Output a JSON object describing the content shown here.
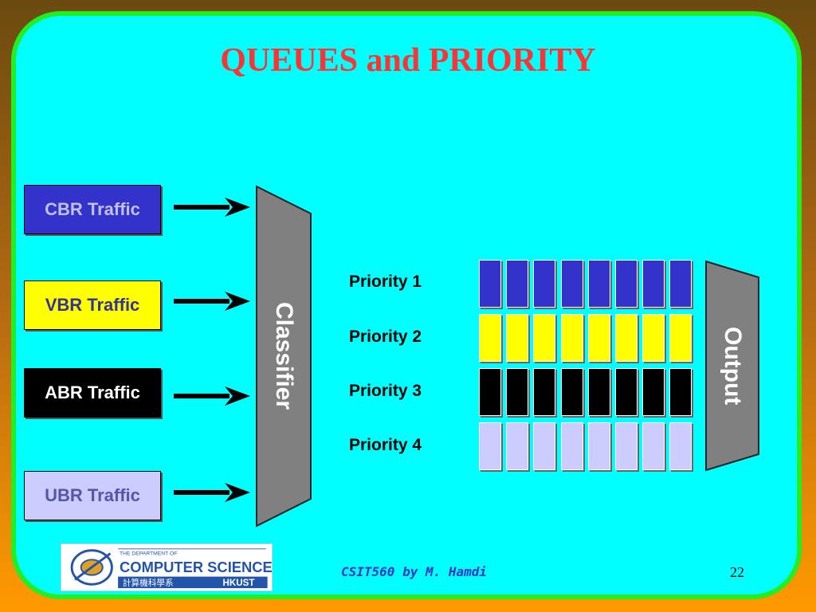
{
  "slide": {
    "title": "QUEUES and PRIORITY",
    "footer": "CSIT560 by M. Hamdi",
    "page_number": "22"
  },
  "traffic_sources": [
    {
      "label": "CBR Traffic",
      "bg": "#3333cc",
      "fg": "#c0c0e0",
      "border": "#000000"
    },
    {
      "label": "VBR Traffic",
      "bg": "#ffff00",
      "fg": "#333399",
      "border": "#000000"
    },
    {
      "label": "ABR Traffic",
      "bg": "#000000",
      "fg": "#ffffff",
      "border": "#000000"
    },
    {
      "label": "UBR Traffic",
      "bg": "#ccccff",
      "fg": "#5555aa",
      "border": "#000000"
    }
  ],
  "classifier": {
    "label": "Classifier",
    "color": "#808080"
  },
  "queues": [
    {
      "label": "Priority 1",
      "color": "#3333cc",
      "cells": 8
    },
    {
      "label": "Priority 2",
      "color": "#ffff00",
      "cells": 8
    },
    {
      "label": "Priority 3",
      "color": "#000000",
      "cells": 8
    },
    {
      "label": "Priority 4",
      "color": "#ccccff",
      "cells": 8
    }
  ],
  "output": {
    "label": "Output",
    "color": "#808080"
  },
  "logo": {
    "line1": "THE DEPARTMENT OF",
    "line2": "COMPUTER SCIENCE",
    "line3": "計算機科學系",
    "line4": "HKUST"
  }
}
